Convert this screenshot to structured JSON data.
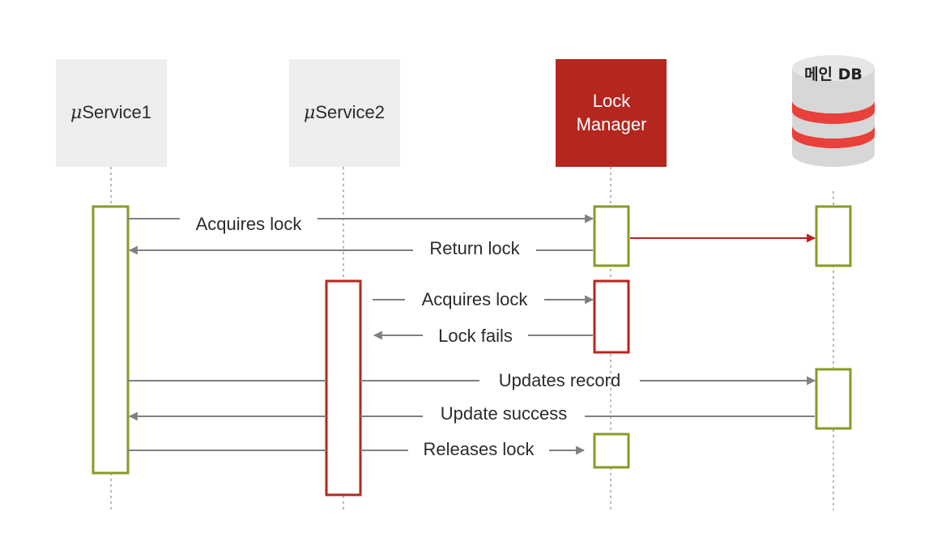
{
  "participants": [
    {
      "id": "svc1",
      "prefix": "μ",
      "name": "Service1"
    },
    {
      "id": "svc2",
      "prefix": "μ",
      "name": "Service2"
    },
    {
      "id": "lock",
      "line1": "Lock",
      "line2": "Manager"
    },
    {
      "id": "db",
      "label": "메인 DB"
    }
  ],
  "messages": [
    {
      "id": "m1",
      "label": "Acquires lock"
    },
    {
      "id": "m2",
      "label": "Return lock"
    },
    {
      "id": "m3",
      "label": "Acquires lock"
    },
    {
      "id": "m4",
      "label": "Lock fails"
    },
    {
      "id": "m5",
      "label": "Updates record"
    },
    {
      "id": "m6",
      "label": "Update success"
    },
    {
      "id": "m7",
      "label": "Releases lock"
    }
  ],
  "colors": {
    "participant_bg": "#eeeeee",
    "lock_manager_bg": "#b5261e",
    "lock_manager_text": "#ffffff",
    "text": "#2b2b2b",
    "lifeline": "#b9b9b9",
    "activation_green": "#8a9a25",
    "activation_red": "#b5261e",
    "arrow": "#808080",
    "db_request_arrow": "#b5261e",
    "db_body": "#d7d7d7",
    "db_stripe": "#e8403a"
  }
}
